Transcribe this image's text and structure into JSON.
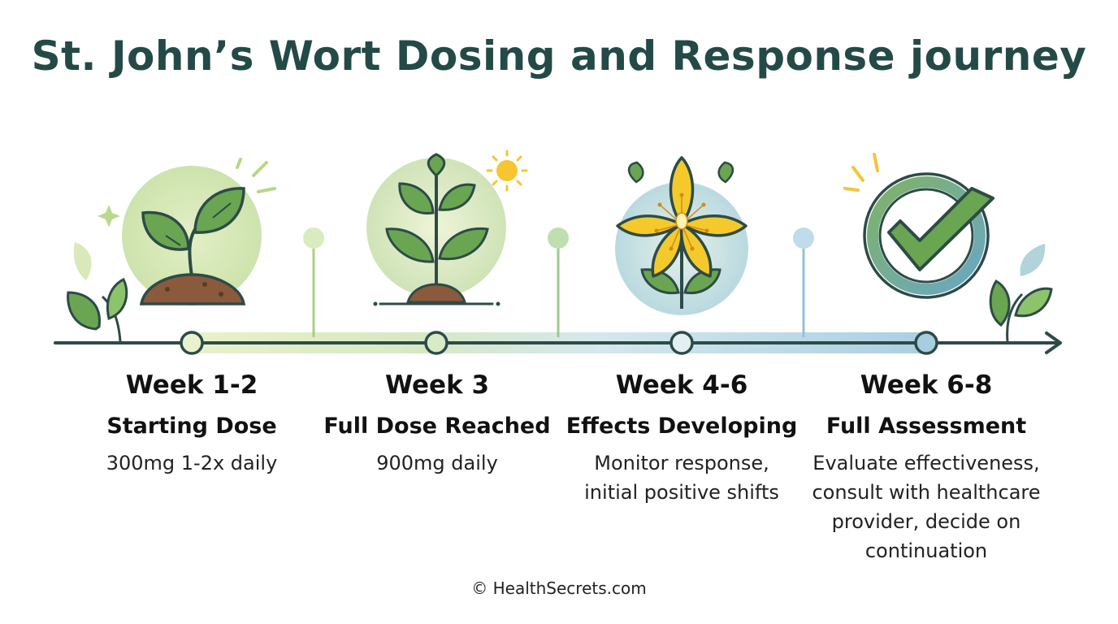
{
  "title": "St. John’s Wort Dosing and Response journey",
  "stages": [
    {
      "week": "Week 1-2",
      "name": "Starting Dose",
      "description": "300mg 1-2x daily",
      "icon": "sprout-in-soil-icon"
    },
    {
      "week": "Week 3",
      "name": "Full Dose Reached",
      "description": "900mg daily",
      "icon": "young-plant-icon"
    },
    {
      "week": "Week 4-6",
      "name": "Effects Developing",
      "description": "Monitor response,\ninitial positive shifts",
      "icon": "yellow-flower-icon"
    },
    {
      "week": "Week 6-8",
      "name": "Full Assessment",
      "description": "Evaluate effectiveness,\nconsult with healthcare\nprovider, decide on\ncontinuation",
      "icon": "checkmark-circle-icon"
    }
  ],
  "footer": "© HealthSecrets.com",
  "colors": {
    "title": "#234a47",
    "timeline": "#2d4b47",
    "leaf": "#5d9a4c",
    "leaf_light": "#8fc16a",
    "flower": "#f4c92c",
    "check_blue": "#86b7cf",
    "sun": "#f7c531"
  }
}
